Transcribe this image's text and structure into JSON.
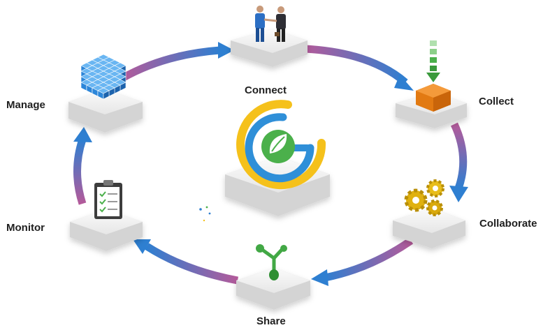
{
  "diagram": {
    "stages": [
      {
        "id": "connect",
        "label": "Connect",
        "icon": "handshake-icon"
      },
      {
        "id": "collect",
        "label": "Collect",
        "icon": "box-icon"
      },
      {
        "id": "collaborate",
        "label": "Collaborate",
        "icon": "gears-icon"
      },
      {
        "id": "share",
        "label": "Share",
        "icon": "share-icon"
      },
      {
        "id": "monitor",
        "label": "Monitor",
        "icon": "clipboard-icon"
      },
      {
        "id": "manage",
        "label": "Manage",
        "icon": "cubes-icon"
      }
    ],
    "center": {
      "icon": "logo-icon"
    },
    "colors": {
      "arrow_start": "#b45a9a",
      "arrow_end": "#2e7fd1",
      "tile_top": "#f4f4f4",
      "tile_side": "#d9d9d9",
      "logo_yellow": "#f5c11b",
      "logo_blue": "#2f8fd8",
      "logo_green": "#4bb04b",
      "box_orange": "#f08a1c",
      "gear_yellow": "#e0b10f",
      "cube_blue": "#2c86d9",
      "share_green": "#42a845"
    }
  }
}
